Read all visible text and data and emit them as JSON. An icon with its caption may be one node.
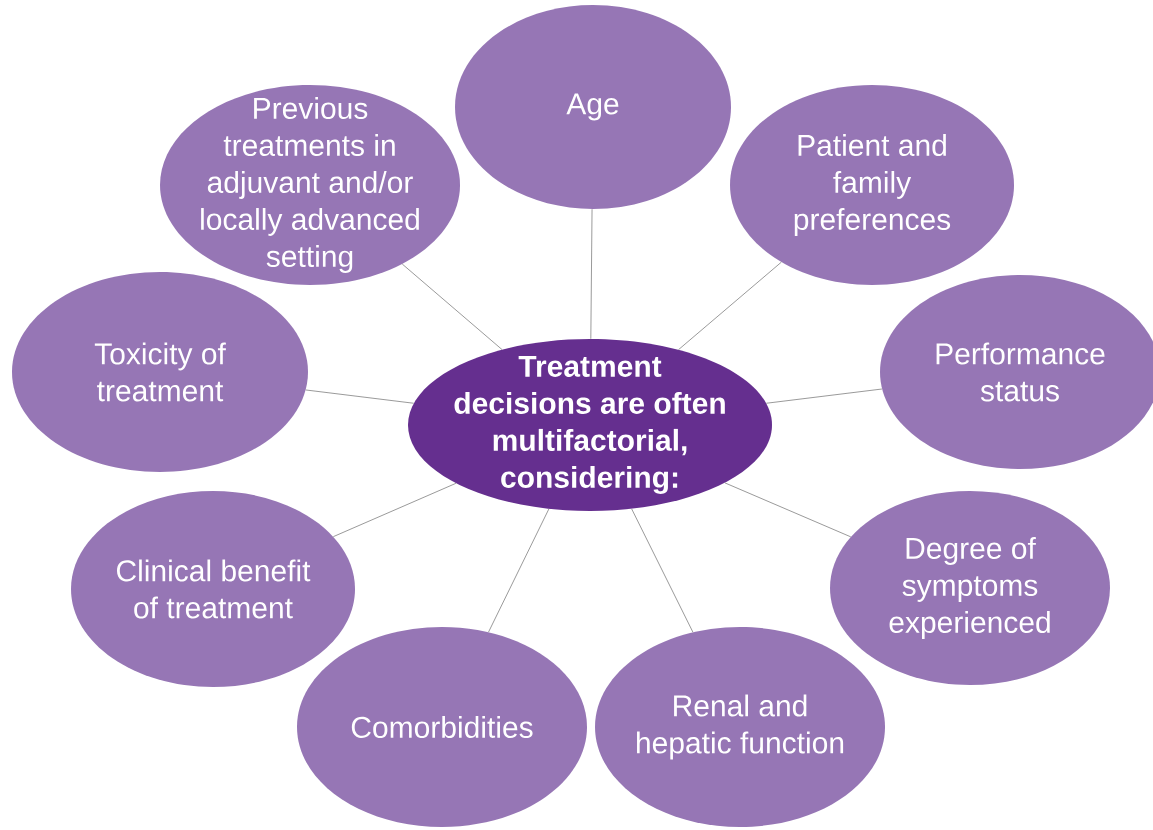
{
  "diagram": {
    "nodes": [
      {
        "text": [
          "Treatment decisions are often multifactorial, considering:"
        ]
      },
      {
        "text": [
          "Age"
        ]
      },
      {
        "text": [
          "Patient and family preferences"
        ]
      },
      {
        "text": [
          "Performance status"
        ]
      },
      {
        "text": [
          "Degree of symptoms experienced"
        ]
      },
      {
        "text": [
          "Renal and hepatic function"
        ]
      },
      {
        "text": [
          "Comorbidities"
        ]
      },
      {
        "text": [
          "Clinical benefit of treatment"
        ]
      },
      {
        "text": [
          "Toxicity of treatment"
        ]
      },
      {
        "text": [
          "Previous treatments in adjuvant and/or locally advanced setting"
        ]
      }
    ],
    "edges": [
      {
        "from": 0,
        "to": 1,
        "arrow": "none"
      },
      {
        "from": 0,
        "to": 2,
        "arrow": "none"
      },
      {
        "from": 0,
        "to": 3,
        "arrow": "none"
      },
      {
        "from": 0,
        "to": 4,
        "arrow": "none"
      },
      {
        "from": 0,
        "to": 5,
        "arrow": "none"
      },
      {
        "from": 0,
        "to": 6,
        "arrow": "none"
      },
      {
        "from": 0,
        "to": 7,
        "arrow": "none"
      },
      {
        "from": 0,
        "to": 8,
        "arrow": "none"
      },
      {
        "from": 0,
        "to": 9,
        "arrow": "none"
      }
    ]
  }
}
